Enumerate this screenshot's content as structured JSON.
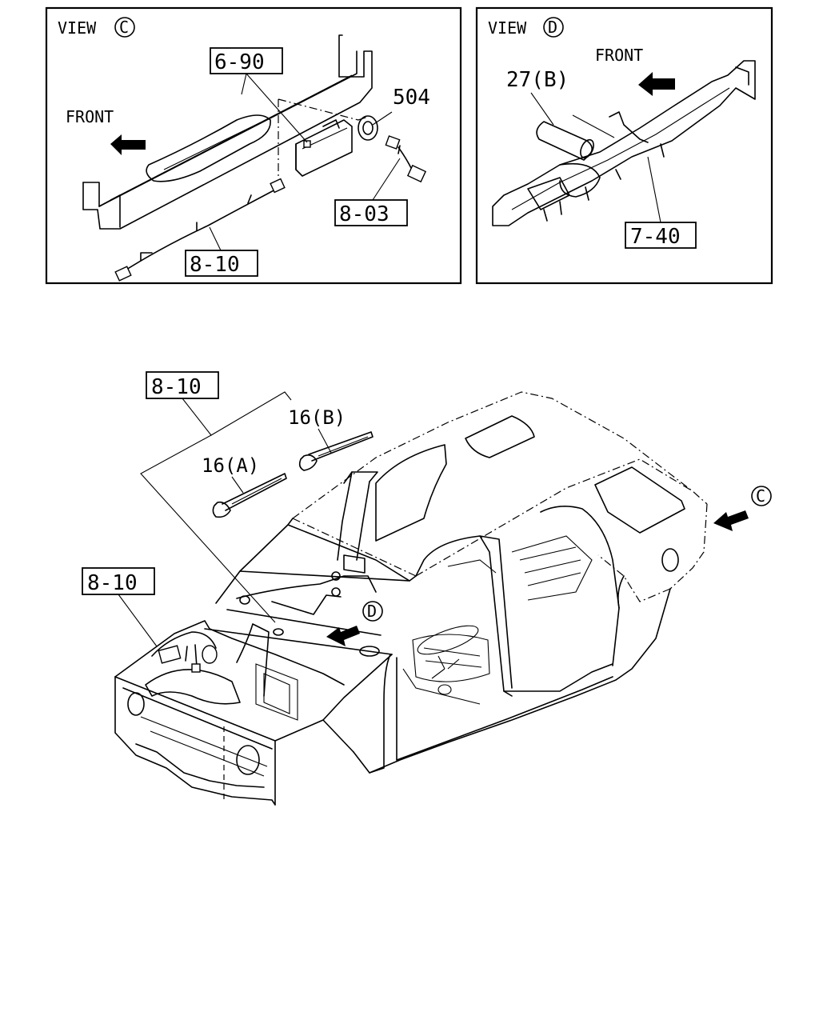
{
  "view_c": {
    "title": "VIEW",
    "badge": "C",
    "front_label": "FRONT",
    "parts": {
      "p690": "6-90",
      "p504": "504",
      "p803": "8-03",
      "p810": "8-10"
    }
  },
  "view_d": {
    "title": "VIEW",
    "badge": "D",
    "front_label": "FRONT",
    "parts": {
      "p27b": "27(B)",
      "p740": "7-40"
    }
  },
  "main": {
    "parts": {
      "p810_top": "8-10",
      "p16b": "16(B)",
      "p16a": "16(A)",
      "p810_left": "8-10"
    },
    "badge_c": "C",
    "badge_d": "D"
  }
}
